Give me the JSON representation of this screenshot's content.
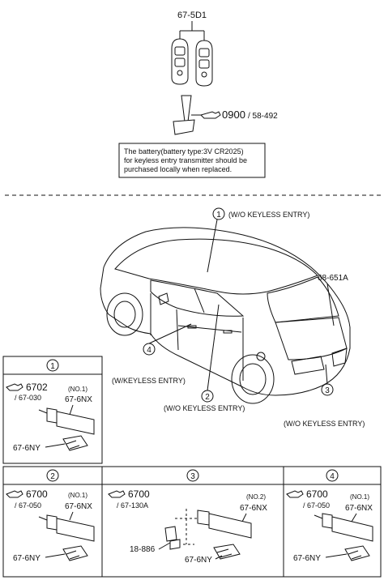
{
  "top": {
    "key_part": "67-5D1",
    "ref_main": "0900",
    "ref_sub": "/ 58-492",
    "note": [
      "The battery(battery type:3V CR2025)",
      "for keyless entry transmitter should be",
      "purchased locally when replaced."
    ]
  },
  "car": {
    "callout1_num": "1",
    "callout1_text": "(W/O KEYLESS ENTRY)",
    "part_68": "68-651A",
    "callout4_num": "4",
    "callout4_text": "(W/KEYLESS ENTRY)",
    "callout2_num": "2",
    "callout2_text": "(W/O KEYLESS ENTRY)",
    "callout3_num": "3",
    "callout3_text": "(W/O KEYLESS ENTRY)"
  },
  "box1": {
    "num": "1",
    "ref_main": "6702",
    "ref_sub": "/ 67-030",
    "no_label": "(NO.1)",
    "part_main": "67-6NX",
    "part_ny": "67-6NY"
  },
  "bottom": {
    "b2": {
      "num": "2",
      "ref_main": "6700",
      "ref_sub": "/ 67-050",
      "no_label": "(NO.1)",
      "part_main": "67-6NX",
      "part_ny": "67-6NY"
    },
    "b3": {
      "num": "3",
      "ref_main": "6700",
      "ref_sub": "/ 67-130A",
      "no_label": "(NO.2)",
      "part_main": "67-6NX",
      "part_886": "18-886",
      "part_ny": "67-6NY"
    },
    "b4": {
      "num": "4",
      "ref_main": "6700",
      "ref_sub": "/ 67-050",
      "no_label": "(NO.1)",
      "part_main": "67-6NX",
      "part_ny": "67-6NY"
    }
  }
}
